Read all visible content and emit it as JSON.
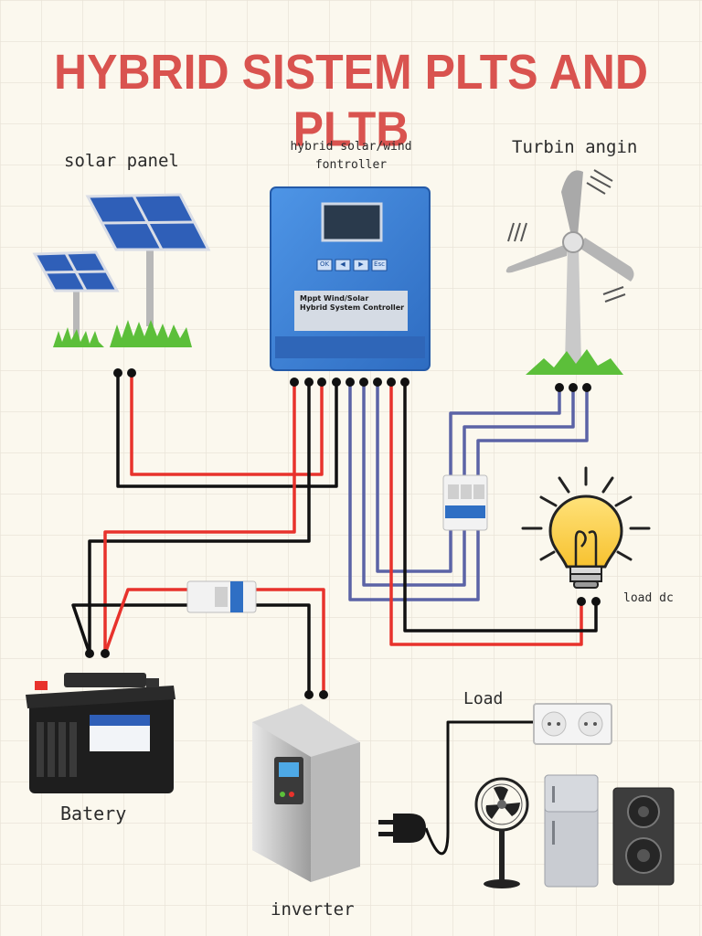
{
  "title": "HYBRID SISTEM PLTS AND PLTB",
  "labels": {
    "solar_panel": "solar panel",
    "controller_line1": "hybrid solar/wind",
    "controller_line2": "fontroller",
    "turbine": "Turbin angin",
    "load_dc": "load dc",
    "load": "Load",
    "battery": "Batery",
    "inverter": "inverter"
  },
  "controller_panel": {
    "brand": "Mppt Wind/Solar",
    "model": "Hybrid System Controller",
    "buttons": [
      "OK",
      "◀",
      "▶",
      "Esc"
    ]
  },
  "colors": {
    "title": "#d9534f",
    "wire_red": "#e8322c",
    "wire_black": "#111111",
    "wire_blue": "#5b63a6",
    "controller": "#3a7fd5",
    "grid": "#e9e4d8"
  }
}
